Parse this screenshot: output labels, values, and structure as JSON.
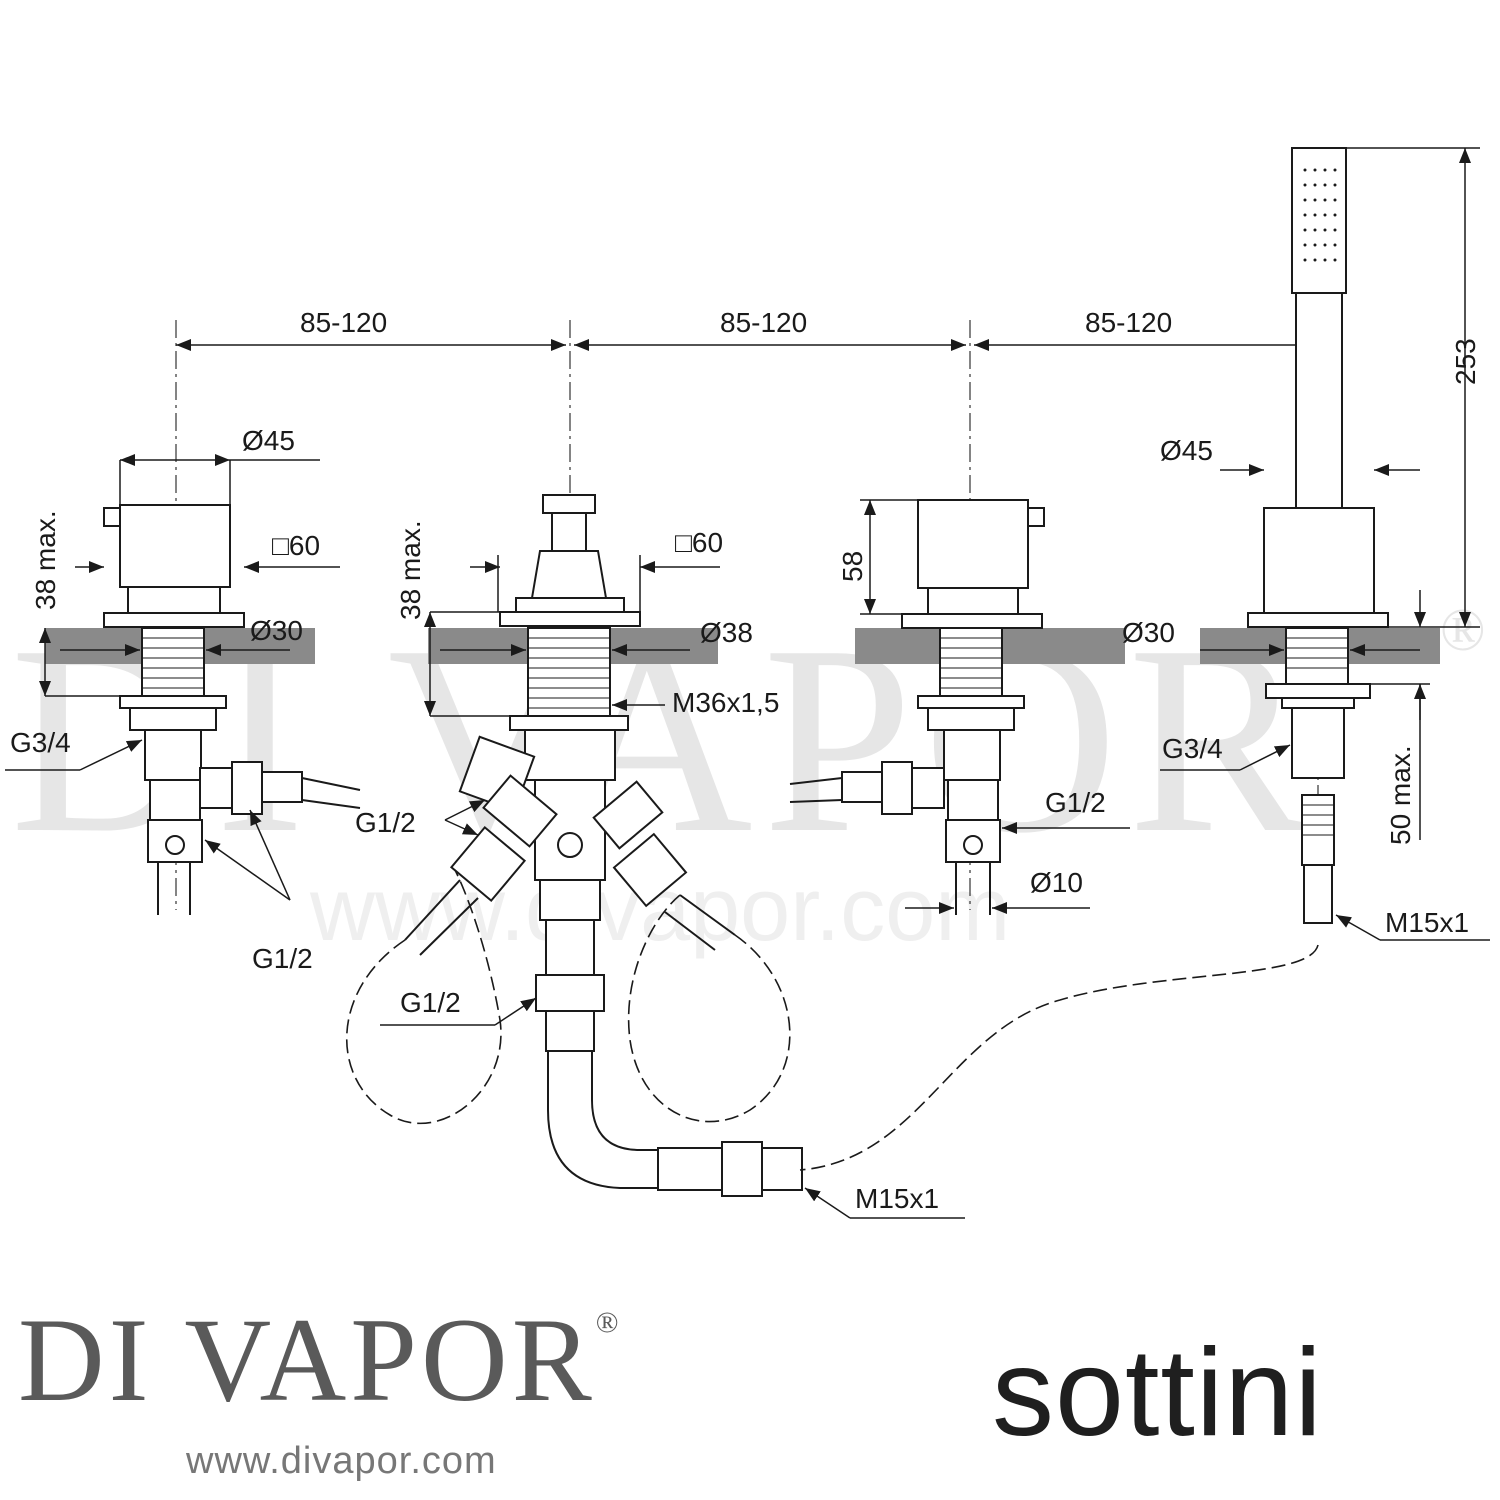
{
  "watermark": {
    "brand": "DI VAPOR",
    "registered": "®",
    "url": "www.divapor.com"
  },
  "footer": {
    "brand": "DI VAPOR",
    "registered": "®",
    "url": "www.divapor.com",
    "manufacturer": "sottini"
  },
  "spacing": [
    "85-120",
    "85-120",
    "85-120"
  ],
  "left_valve": {
    "dia": "Ø45",
    "square": "□60",
    "height": "38 max.",
    "shank": "Ø30",
    "outlet": "G3/4",
    "inlets": "G1/2"
  },
  "spout": {
    "height": "38 max.",
    "square": "□60",
    "shank": "Ø38",
    "nut": "M36x1,5",
    "ports": "G1/2",
    "outlet": "G1/2"
  },
  "right_valve": {
    "height": "58",
    "inlet": "G1/2",
    "pipe": "Ø10"
  },
  "handset": {
    "dia": "Ø45",
    "length": "253",
    "shank": "Ø30",
    "outlet": "G3/4",
    "below_deck": "50 max.",
    "hose_thread": "M15x1"
  },
  "hose_bottom": {
    "thread": "M15x1"
  }
}
